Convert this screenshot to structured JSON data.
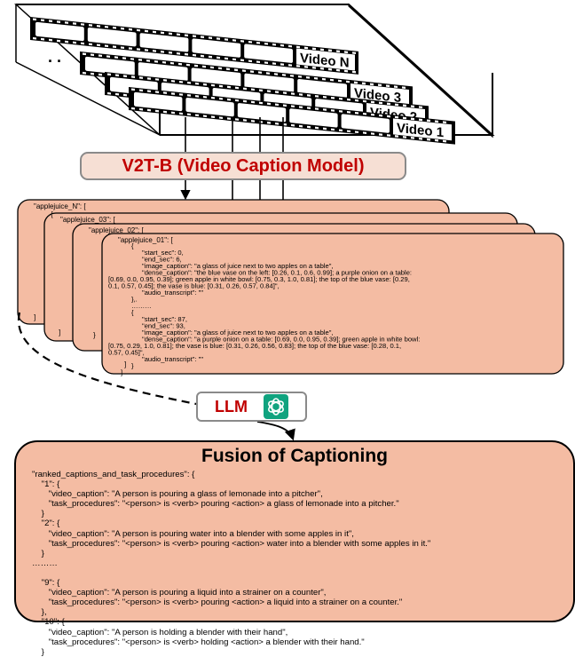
{
  "video_stack": {
    "labels": [
      "Video N",
      "Video 3",
      "Video 2",
      "Video 1"
    ],
    "ellipsis": ". ."
  },
  "v2t_model": {
    "label": "V2T-B (Video Caption Model)"
  },
  "caption_cards": {
    "card_titles": [
      "\"applejuice_N\": [",
      "\"applejuice_03\": [",
      "\"applejuice_02\": [",
      "\"applejuice_01\": ["
    ],
    "stacked_brackets": [
      "]",
      "]",
      "}",
      "]"
    ],
    "front_lines": [
      "{",
      "\"start_sec\": 0,",
      "\"end_sec\": 6,",
      "\"image_caption\": \"a glass of juice next to two apples on a table\",",
      "\"dense_caption\": \"the blue vase on the left: [0.26, 0.1, 0.6, 0.99]; a purple onion on a table:",
      "[0.69, 0.0, 0.95, 0.39]; green apple in white bowl: [0.75, 0.3, 1.0, 0.81]; the top of the blue vase: [0.29,",
      "0.1, 0.57, 0.45]; the vase is blue: [0.31, 0.26, 0.57, 0.84]\",",
      "\"audio_transcript\": \"\"",
      "},.",
      "………",
      "{",
      "\"start_sec\": 87,",
      "\"end_sec\": 93,",
      "\"image_caption\": \"a glass of juice next to two apples on a table\",",
      "\"dense_caption\": \"a purple onion on a table: [0.69, 0.0, 0.95, 0.39]; green apple in white bowl:",
      "[0.75, 0.29, 1.0, 0.81]; the vase is blue: [0.31, 0.26, 0.56, 0.83]; the top of the blue vase: [0.28, 0.1,",
      "0.57, 0.45]\",",
      "\"audio_transcript\": \"\"",
      "}",
      "]"
    ]
  },
  "llm": {
    "label": "LLM",
    "icon": "openai-logo-icon"
  },
  "fusion": {
    "title": "Fusion of Captioning",
    "lines": [
      "\"ranked_captions_and_task_procedures\": {",
      "    \"1\": {",
      "       \"video_caption\": \"A person is pouring a glass of lemonade into a pitcher\",",
      "       \"task_procedures\": \"<person> is <verb> pouring <action> a glass of lemonade into a pitcher.\"",
      "    }",
      "    \"2\": {",
      "       \"video_caption\": \"A person is pouring water into a blender with some apples in it\",",
      "       \"task_procedures\": \"<person> is <verb> pouring <action> water into a blender with some apples in it.\"",
      "    }",
      "………",
      "",
      "    \"9\": {",
      "       \"video_caption\": \"A person is pouring a liquid into a strainer on a counter\",",
      "       \"task_procedures\": \"<person> is <verb> pouring <action> a liquid into a strainer on a counter.\"",
      "    },",
      "    \"10\": {",
      "       \"video_caption\": \"A person is holding a blender with their hand\",",
      "       \"task_procedures\": \"<person> is <verb> holding <action> a blender with their hand.\"",
      "    }"
    ]
  },
  "colors": {
    "card_fill": "#f4bca3",
    "v2t_fill": "#f6dfd4",
    "model_text": "#c00000",
    "openai_green": "#10a37f",
    "frame_fill": "#ffffff",
    "frame_window": "#ffffff"
  }
}
